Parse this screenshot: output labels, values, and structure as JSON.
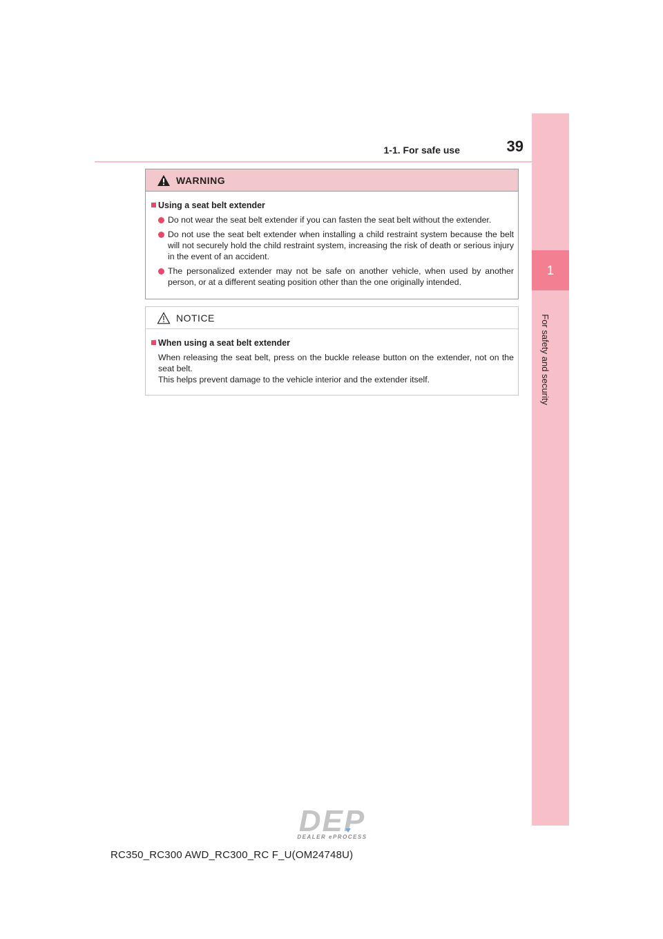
{
  "header": {
    "section_title": "1-1. For safe use",
    "page_number": "39"
  },
  "side_tab": {
    "chapter_number": "1",
    "chapter_label": "For safety and security",
    "colors": {
      "tab": "#f7bfc8",
      "number_box": "#f27f92"
    }
  },
  "warning": {
    "icon": "warning-triangle-icon",
    "title": "WARNING",
    "heading": "Using a seat belt extender",
    "bullets": [
      "Do not wear the seat belt extender if you can fasten the seat belt without the extender.",
      "Do not use the seat belt extender when installing a child restraint system because the belt will not securely hold the child restraint system, increasing the risk of death or serious injury in the event of an accident.",
      "The personalized extender may not be safe on another vehicle, when used by another person, or at a different seating position other than the one originally intended."
    ]
  },
  "notice": {
    "icon": "caution-triangle-icon",
    "title": "NOTICE",
    "heading": "When using a seat belt extender",
    "line1": "When releasing the seat belt, press on the buckle release button on the extender, not on the seat belt.",
    "line2": "This helps prevent damage to the vehicle interior and the extender itself."
  },
  "watermark": {
    "logo_text": "DEP",
    "sub_text": "DEALER ePROCESS"
  },
  "footer": {
    "model_code": "RC350_RC300 AWD_RC300_RC F_U(OM24748U)"
  }
}
